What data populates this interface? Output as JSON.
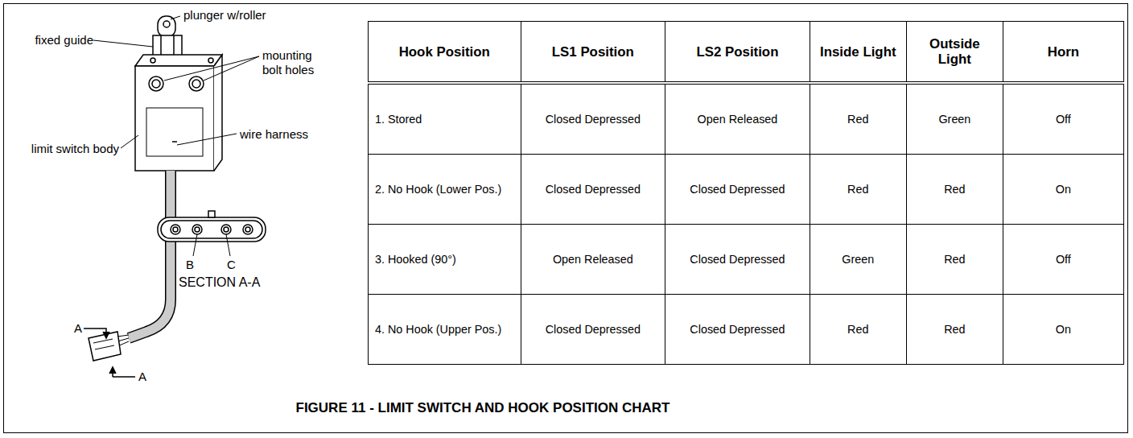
{
  "diagram": {
    "caption": "FIGURE 11 - LIMIT SWITCH AND HOOK POSITION CHART",
    "labels": [
      "fixed guide",
      "plunger w/roller",
      "mounting bolt holes",
      "limit switch body",
      "wire harness",
      "A",
      "A",
      "B",
      "C",
      "SECTION A-A",
      "Hook Position",
      "LS1 Position",
      "LS2 Position",
      "Inside Light",
      "Outside Light",
      "Horn",
      "1. Stored",
      "Closed Depressed",
      "Open Released",
      "Red",
      "Green",
      "Off",
      "2. No Hook (Lower Pos.)",
      "Closed Depressed",
      "Closed Depressed",
      "Red",
      "Red",
      "On",
      "3. Hooked (90°)",
      "Open Released",
      "Closed Depressed",
      "Green",
      "Red",
      "Off",
      "4. No Hook (Upper Pos.)",
      "Closed Depressed",
      "Closed Depressed",
      "Red",
      "Red",
      "On"
    ]
  }
}
